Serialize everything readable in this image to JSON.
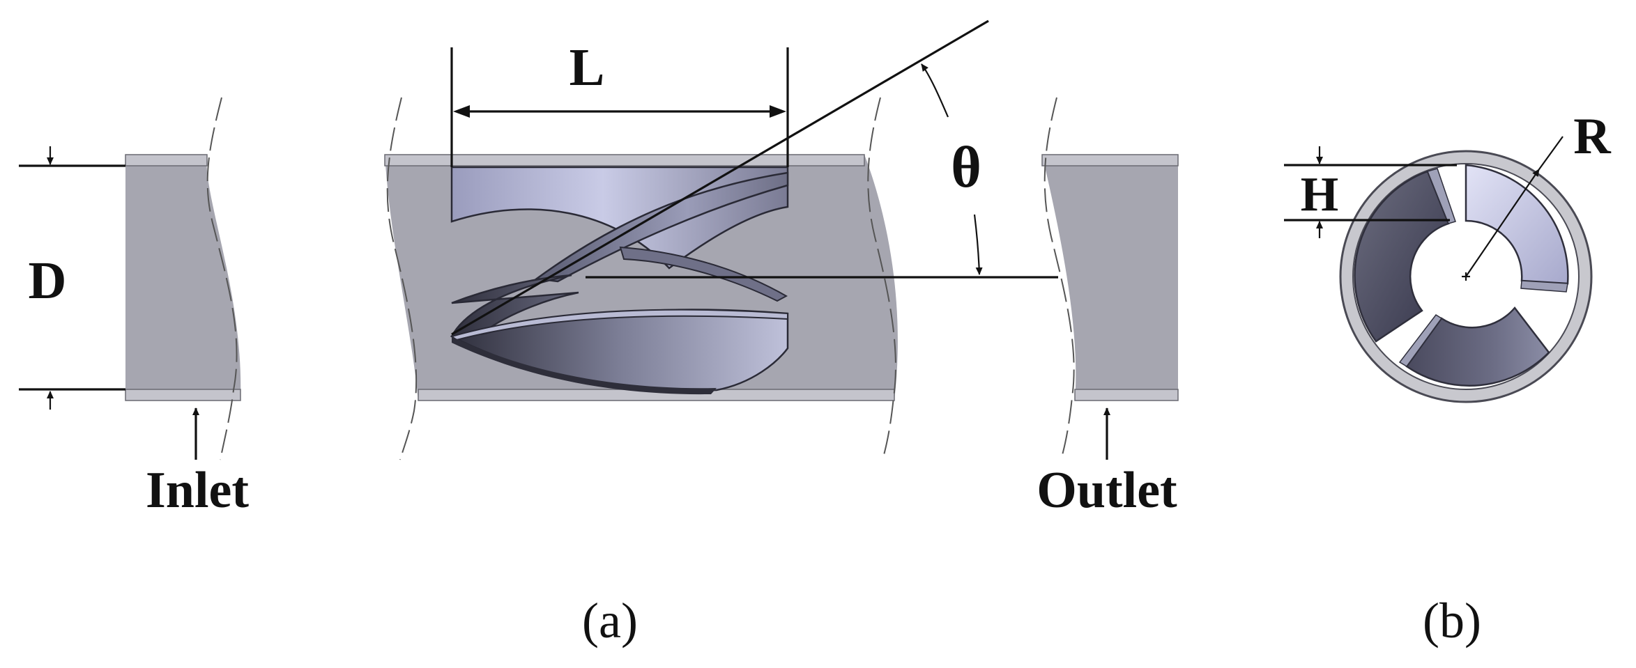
{
  "labels": {
    "diameter": "D",
    "length": "L",
    "angle": "θ",
    "inlet": "Inlet",
    "outlet": "Outlet",
    "height": "H",
    "radius": "R"
  },
  "captions": {
    "side_view": "(a)",
    "cross_section": "(b)"
  },
  "colors": {
    "pipe_body": "#a6a6b0",
    "pipe_wall": "#c4c4cc",
    "blade_light": "#c9cbe6",
    "blade_dark": "#3e3e4e",
    "ink": "#111111"
  }
}
